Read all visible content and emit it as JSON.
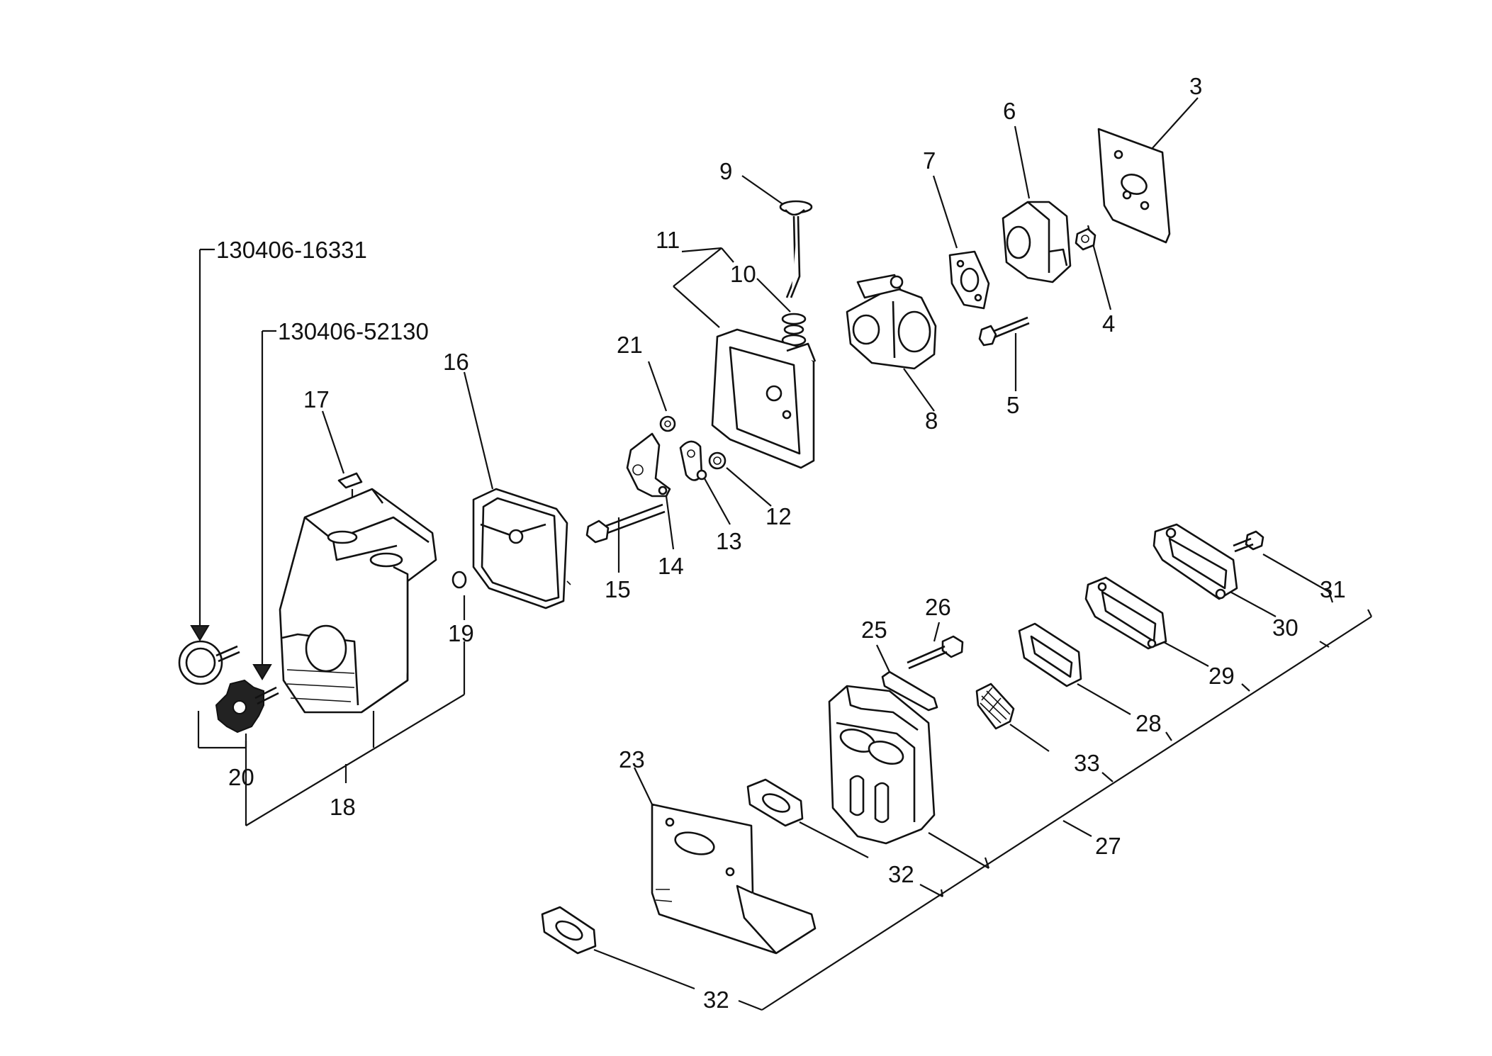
{
  "diagram": {
    "part_numbers": {
      "p3": "3",
      "p4": "4",
      "p5": "5",
      "p6": "6",
      "p7": "7",
      "p8": "8",
      "p9": "9",
      "p10": "10",
      "p11": "11",
      "p12": "12",
      "p13": "13",
      "p14": "14",
      "p15": "15",
      "p16": "16",
      "p17": "17",
      "p18": "18",
      "p19": "19",
      "p20": "20",
      "p21": "21",
      "p23": "23",
      "p25": "25",
      "p26": "26",
      "p27": "27",
      "p28": "28",
      "p29": "29",
      "p30": "30",
      "p31": "31",
      "p32a": "32",
      "p32b": "32",
      "p33": "33"
    },
    "reference_codes": {
      "knob_round": "130406-16331",
      "knob_star": "130406-52130"
    }
  }
}
